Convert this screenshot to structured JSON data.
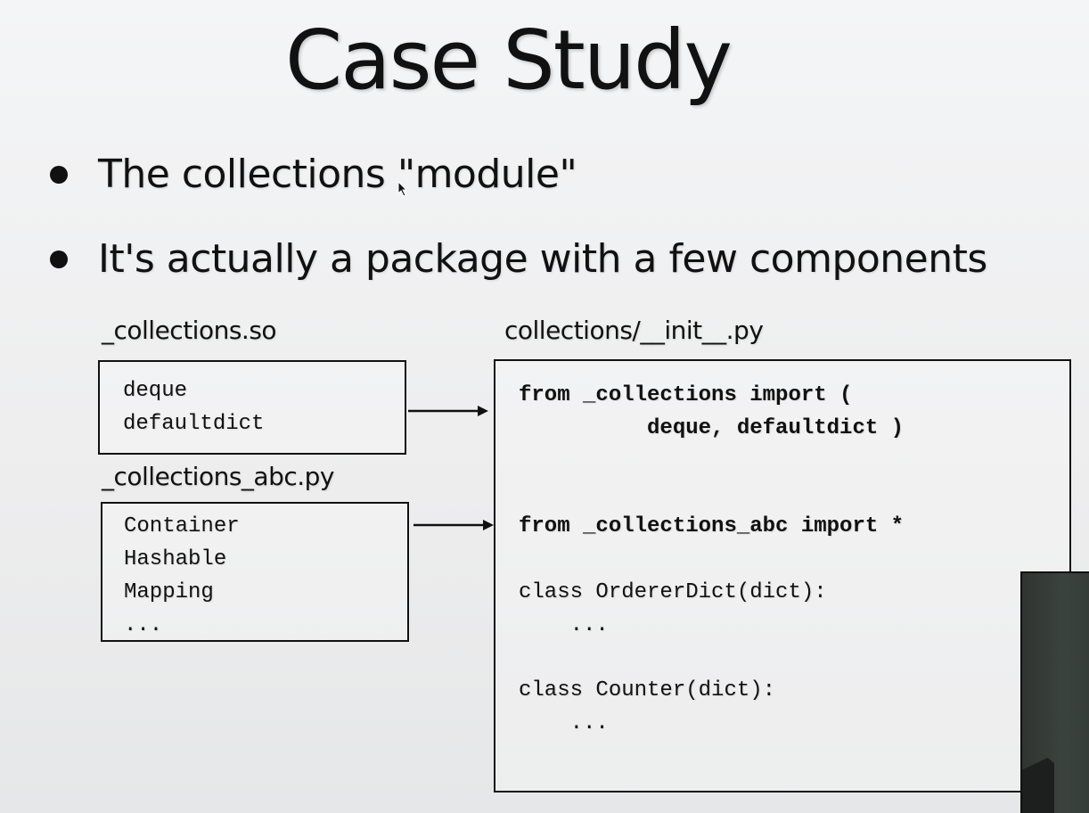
{
  "slide": {
    "title": "Case Study",
    "bullets": [
      "The collections \"module\"",
      "It's actually a package with a few components"
    ]
  },
  "diagram": {
    "left": [
      {
        "label": "_collections.so",
        "items": [
          "deque",
          "defaultdict"
        ]
      },
      {
        "label": "_collections_abc.py",
        "items": [
          "Container",
          "Hashable",
          "Mapping",
          "..."
        ]
      }
    ],
    "right": {
      "label": "collections/__init__.py",
      "code": [
        {
          "text": "from _collections import (",
          "bold": true
        },
        {
          "text": "          deque, defaultdict )",
          "bold": true
        },
        {
          "text": "",
          "bold": false
        },
        {
          "text": "",
          "bold": false
        },
        {
          "text": "from _collections_abc import *",
          "bold": true
        },
        {
          "text": "",
          "bold": false
        },
        {
          "text": "class OrdererDict(dict):",
          "bold": false
        },
        {
          "text": "    ...",
          "bold": false
        },
        {
          "text": "",
          "bold": false
        },
        {
          "text": "class Counter(dict):",
          "bold": false
        },
        {
          "text": "    ...",
          "bold": false
        }
      ]
    }
  },
  "overlay": {
    "icons": [
      "mouse-pointer-icon",
      "webcam-feed"
    ]
  }
}
